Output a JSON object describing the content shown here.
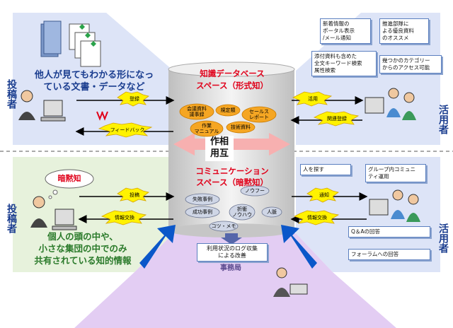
{
  "side_labels": {
    "poster_top": "投稿者",
    "poster_bottom": "投稿者",
    "user_top": "活用者",
    "user_bottom": "活用者"
  },
  "explicit": {
    "docs_caption_1": "他人が見てもわかる形になっ",
    "docs_caption_2": "ている文書・データなど",
    "title_1": "知識データベース",
    "title_2": "スペース（形式知）",
    "bubbles": [
      "会議資料\n議事録",
      "規定類",
      "セールス\nレポート",
      "作業\nマニュアル",
      "技術資料"
    ],
    "arrow_register": "登録",
    "arrow_feedback": "フィードバック",
    "arrow_use": "活用",
    "arrow_related": "関連登録"
  },
  "mutual": {
    "line1": "作相",
    "line2": "用互"
  },
  "tacit": {
    "cloud": "暗黙知",
    "title_1": "コミュニケーション",
    "title_2": "スペース（暗黙知）",
    "bubbles": [
      "失敗事例",
      "ノウフー",
      "成功事例",
      "折衝\nノウハウ",
      "人脈",
      "コツ・メモ"
    ],
    "arrow_post": "投稿",
    "arrow_exchange_left": "情報交換",
    "arrow_notify": "通知",
    "arrow_exchange_right": "情報交換",
    "caption_1": "個人の頭の中や、",
    "caption_2": "小さな集団の中でのみ",
    "caption_3": "共有されている知的情報"
  },
  "office": {
    "box": "利用状況のログ収集\nによる改善",
    "label": "事務局"
  },
  "features_top": [
    "新着情報の\nポータル表示\n/メール通知",
    "推進部隊に\nよる優良資料\nのオススメ",
    "添付資料も含めた\n全文キーワード検索\n属性検索",
    "幾つかのカテゴリー\nからのアクセス可能"
  ],
  "features_bottom": [
    "人を探す",
    "グループ内コミュニ\nティ運用",
    "Q＆Aの回答",
    "フォーラムへの回答"
  ],
  "colors": {
    "panel": "#dfe6f8",
    "panel_tacit": "#e9f3de",
    "office": "#e3cdf3",
    "cylinder": "#d9d9d9",
    "bubble": "#f5a623",
    "title_red": "#e0001a",
    "arrow_blue": "#0b57c9",
    "dashed": "#777777"
  }
}
